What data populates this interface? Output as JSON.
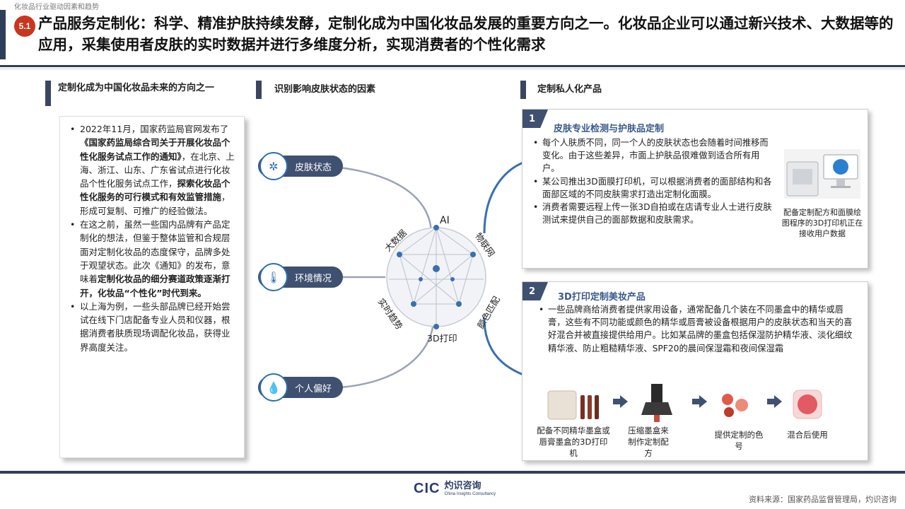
{
  "breadcrumb": "化妆品行业驱动因素和趋势",
  "header": {
    "badge": "5.1",
    "title": "产品服务定制化：科学、精准护肤持续发酵，定制化成为中国化妆品发展的重要方向之一。化妆品企业可以通过新兴技术、大数据等的应用，采集使用者皮肤的实时数据并进行多维度分析，实现消费者的个性化需求"
  },
  "left": {
    "section_title": "定制化成为中国化妆品未来的方向之一",
    "bullets": [
      {
        "parts": [
          {
            "t": "2022年11月，国家药监局官网发布了",
            "b": false
          },
          {
            "t": "《国家药监局综合司关于开展化妆品个性化服务试点工作的通知》",
            "b": true
          },
          {
            "t": "，在北京、上海、浙江、山东、广东省试点进行化妆品个性化服务试点工作，",
            "b": false
          },
          {
            "t": "探索化妆品个性化服务的可行模式和有效监管措施",
            "b": true
          },
          {
            "t": "，形成可复制、可推广的经验做法。",
            "b": false
          }
        ]
      },
      {
        "parts": [
          {
            "t": "在这之前，虽然一些国内品牌有产品定制化的想法，但鉴于整体监管和合规层面对定制化妆品的态度保守，品牌多处于观望状态。此次《通知》的发布，意味着",
            "b": false
          },
          {
            "t": "定制化妆品的细分赛道政策逐渐打开，化妆品“个性化”时代到来。",
            "b": true
          }
        ]
      },
      {
        "parts": [
          {
            "t": "以上海为例，一些头部品牌已经开始尝试在线下门店配备专业人员和仪器，根据消费者肤质现场调配化妆品，获得业界高度关注。",
            "b": false
          }
        ]
      }
    ]
  },
  "middle": {
    "section_title": "识别影响皮肤状态的因素",
    "factors": [
      {
        "label": "皮肤状态",
        "icon": "skin-icon"
      },
      {
        "label": "环境情况",
        "icon": "thermometer-icon"
      },
      {
        "label": "个人偏好",
        "icon": "drop-icon"
      }
    ],
    "circle_labels": {
      "top": "AI",
      "top_left": "大数据",
      "top_right": "物联网",
      "bottom_left": "实时趋势",
      "bottom_right": "颜色匹配",
      "bottom": "3D打印"
    }
  },
  "right": {
    "section_title": "定制私人化产品",
    "card1": {
      "num": "1",
      "subtitle": "皮肤专业检测与护肤品定制",
      "bullets": [
        "每个人肤质不同，同一个人的皮肤状态也会随着时间推移而变化。由于这些差异，市面上护肤品很难做到适合所有用户。",
        "某公司推出3D面膜打印机，可以根据消费者的面部结构和各面部区域的不同皮肤需求打造出定制化面膜。",
        "消费者需要远程上传一张3D自拍或在店请专业人士进行皮肤测试来提供自己的面部数据和皮肤需求。"
      ],
      "caption": "配备定制配方和面膜绘图程序的3D打印机正在接收用户数据"
    },
    "card2": {
      "num": "2",
      "subtitle": "3D打印定制美妆产品",
      "bullet": "一些品牌商给消费者提供家用设备，通常配备几个装在不同墨盒中的精华或唇膏，这些有不同功能或颜色的精华或唇膏被设备根据用户的皮肤状态和当天的喜好混合并被直接提供给用户。比如某品牌的墨盒包括保湿防护精华液、淡化细纹精华液、防止粗糙精华液、SPF20的晨间保湿霜和夜间保湿霜",
      "steps": [
        "配备不同精华墨盒或唇膏墨盒的3D打印机",
        "压缩墨盒来制作定制配方",
        "提供定制的色号",
        "混合后使用"
      ]
    }
  },
  "footer": {
    "source": "资料来源：国家药品监督管理局，灼识咨询",
    "logo_mark": "CIC",
    "logo_cn": "灼识咨询",
    "logo_en": "China Insights Consultancy"
  }
}
